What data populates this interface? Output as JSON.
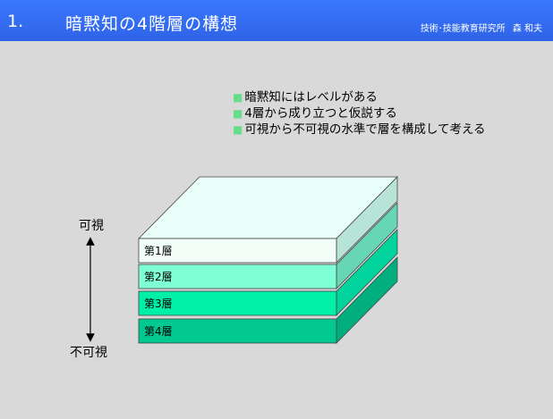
{
  "header": {
    "number": "1.",
    "title": "暗黙知の4階層の構想",
    "organization": "技術･技能教育研究所",
    "author": "森 和夫"
  },
  "bullets": [
    "暗黙知にはレベルがある",
    "4層から成り立つと仮説する",
    "可視から不可視の水準で層を構成して考える"
  ],
  "axis": {
    "top_label": "可視",
    "bottom_label": "不可視"
  },
  "layers": [
    {
      "label": "第1層",
      "color": "#f2fff9"
    },
    {
      "label": "第2層",
      "color": "#7fffd4"
    },
    {
      "label": "第3層",
      "color": "#00f0a8"
    },
    {
      "label": "第4層",
      "color": "#00c890"
    }
  ],
  "colors": {
    "header_bg": "#2f6bff",
    "bullet_marker": "#66dd88",
    "top_face": "#e9fff9"
  }
}
